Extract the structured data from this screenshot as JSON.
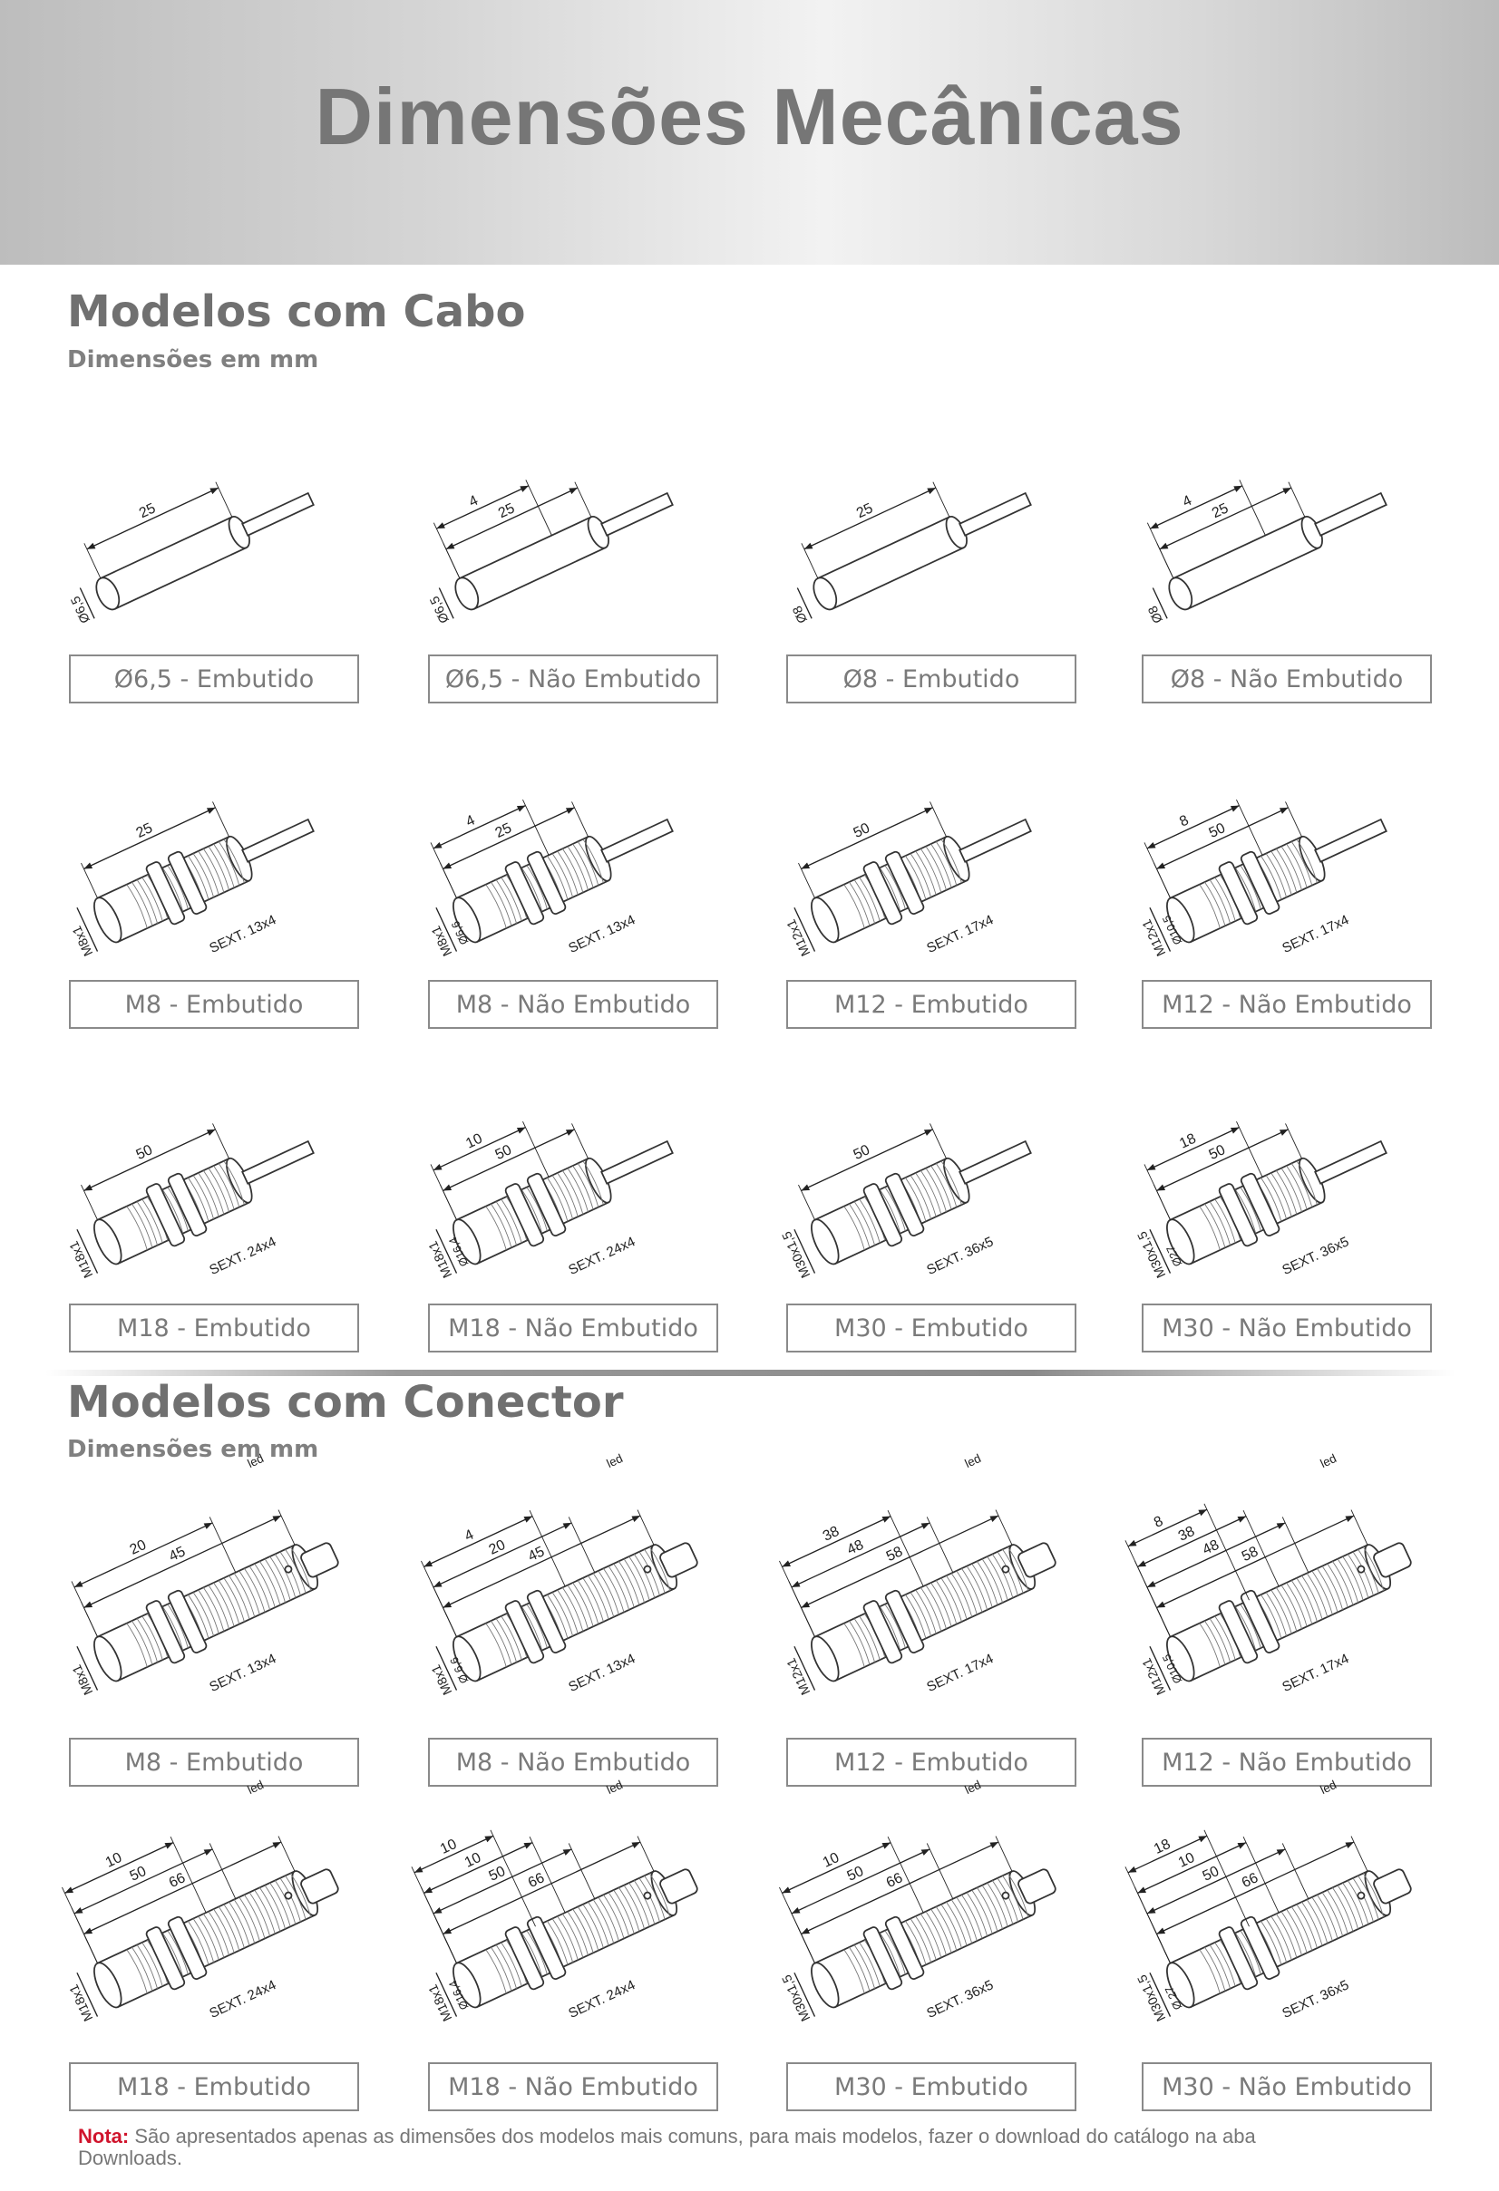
{
  "title": "Dimensões Mecânicas",
  "cabo": {
    "title": "Modelos com Cabo",
    "subtitle": "Dimensões em mm",
    "items": [
      {
        "label": "Ø6,5 - Embutido",
        "kind": "cyl",
        "dims": [
          "25"
        ],
        "diam": "Ø6,5"
      },
      {
        "label": "Ø6,5 - Não Embutido",
        "kind": "cyl",
        "dims": [
          "25",
          "4"
        ],
        "diam": "Ø6,5"
      },
      {
        "label": "Ø8 - Embutido",
        "kind": "cyl",
        "dims": [
          "25"
        ],
        "diam": "Ø8"
      },
      {
        "label": "Ø8 - Não Embutido",
        "kind": "cyl",
        "dims": [
          "25",
          "4"
        ],
        "diam": "Ø8"
      },
      {
        "label": "M8 - Embutido",
        "kind": "thread",
        "dims": [
          "25"
        ],
        "diam": "M8x1",
        "hex": "SEXT. 13x4"
      },
      {
        "label": "M8 - Não Embutido",
        "kind": "thread",
        "dims": [
          "25",
          "4"
        ],
        "diam": "M8x1",
        "diam2": "Ø6,6",
        "hex": "SEXT. 13x4"
      },
      {
        "label": "M12 - Embutido",
        "kind": "thread",
        "dims": [
          "50"
        ],
        "diam": "M12x1",
        "hex": "SEXT. 17x4"
      },
      {
        "label": "M12 - Não Embutido",
        "kind": "thread",
        "dims": [
          "50",
          "8"
        ],
        "diam": "M12x1",
        "diam2": "Ø10,5",
        "hex": "SEXT. 17x4"
      },
      {
        "label": "M18 - Embutido",
        "kind": "thread",
        "dims": [
          "50"
        ],
        "diam": "M18x1",
        "hex": "SEXT. 24x4"
      },
      {
        "label": "M18 - Não Embutido",
        "kind": "thread",
        "dims": [
          "50",
          "10"
        ],
        "diam": "M18x1",
        "diam2": "Ø16,4",
        "hex": "SEXT. 24x4"
      },
      {
        "label": "M30 - Embutido",
        "kind": "thread",
        "dims": [
          "50"
        ],
        "diam": "M30x1,5",
        "hex": "SEXT. 36x5"
      },
      {
        "label": "M30 - Não Embutido",
        "kind": "thread",
        "dims": [
          "50",
          "18"
        ],
        "diam": "M30x1,5",
        "diam2": "Ø27",
        "hex": "SEXT. 36x5"
      }
    ]
  },
  "conector": {
    "title": "Modelos com Conector",
    "subtitle": "Dimensões em mm",
    "items": [
      {
        "label": "M8 - Embutido",
        "dims": [
          "45",
          "20"
        ],
        "diam": "M8x1",
        "hex": "SEXT. 13x4",
        "led": "led"
      },
      {
        "label": "M8 - Não Embutido",
        "dims": [
          "45",
          "20",
          "4"
        ],
        "diam": "M8x1",
        "diam2": "Ø 6,6",
        "hex": "SEXT. 13x4",
        "led": "led"
      },
      {
        "label": "M12 - Embutido",
        "dims": [
          "58",
          "48",
          "38"
        ],
        "diam": "M12x1",
        "hex": "SEXT. 17x4",
        "led": "led"
      },
      {
        "label": "M12 - Não Embutido",
        "dims": [
          "58",
          "48",
          "38",
          "8"
        ],
        "diam": "M12x1",
        "diam2": "Ø10,5",
        "hex": "SEXT. 17x4",
        "led": "led"
      },
      {
        "label": "M18 - Embutido",
        "dims": [
          "66",
          "50",
          "10"
        ],
        "diam": "M18x1",
        "hex": "SEXT. 24x4",
        "led": "led"
      },
      {
        "label": "M18 - Não Embutido",
        "dims": [
          "66",
          "50",
          "10",
          "10"
        ],
        "diam": "M18x1",
        "diam2": "Ø16,4",
        "hex": "SEXT. 24x4",
        "led": "led"
      },
      {
        "label": "M30 - Embutido",
        "dims": [
          "66",
          "50",
          "10"
        ],
        "diam": "M30x1,5",
        "hex": "SEXT. 36x5",
        "led": "led"
      },
      {
        "label": "M30 - Não Embutido",
        "dims": [
          "66",
          "50",
          "10",
          "18"
        ],
        "diam": "M30x1,5",
        "diam2": "Ø 27",
        "hex": "SEXT. 36x5",
        "led": "led"
      }
    ]
  },
  "note": {
    "label": "Nota:",
    "text": "São apresentados apenas as dimensões dos modelos mais comuns, para mais modelos, fazer o download do catálogo na aba Downloads."
  }
}
